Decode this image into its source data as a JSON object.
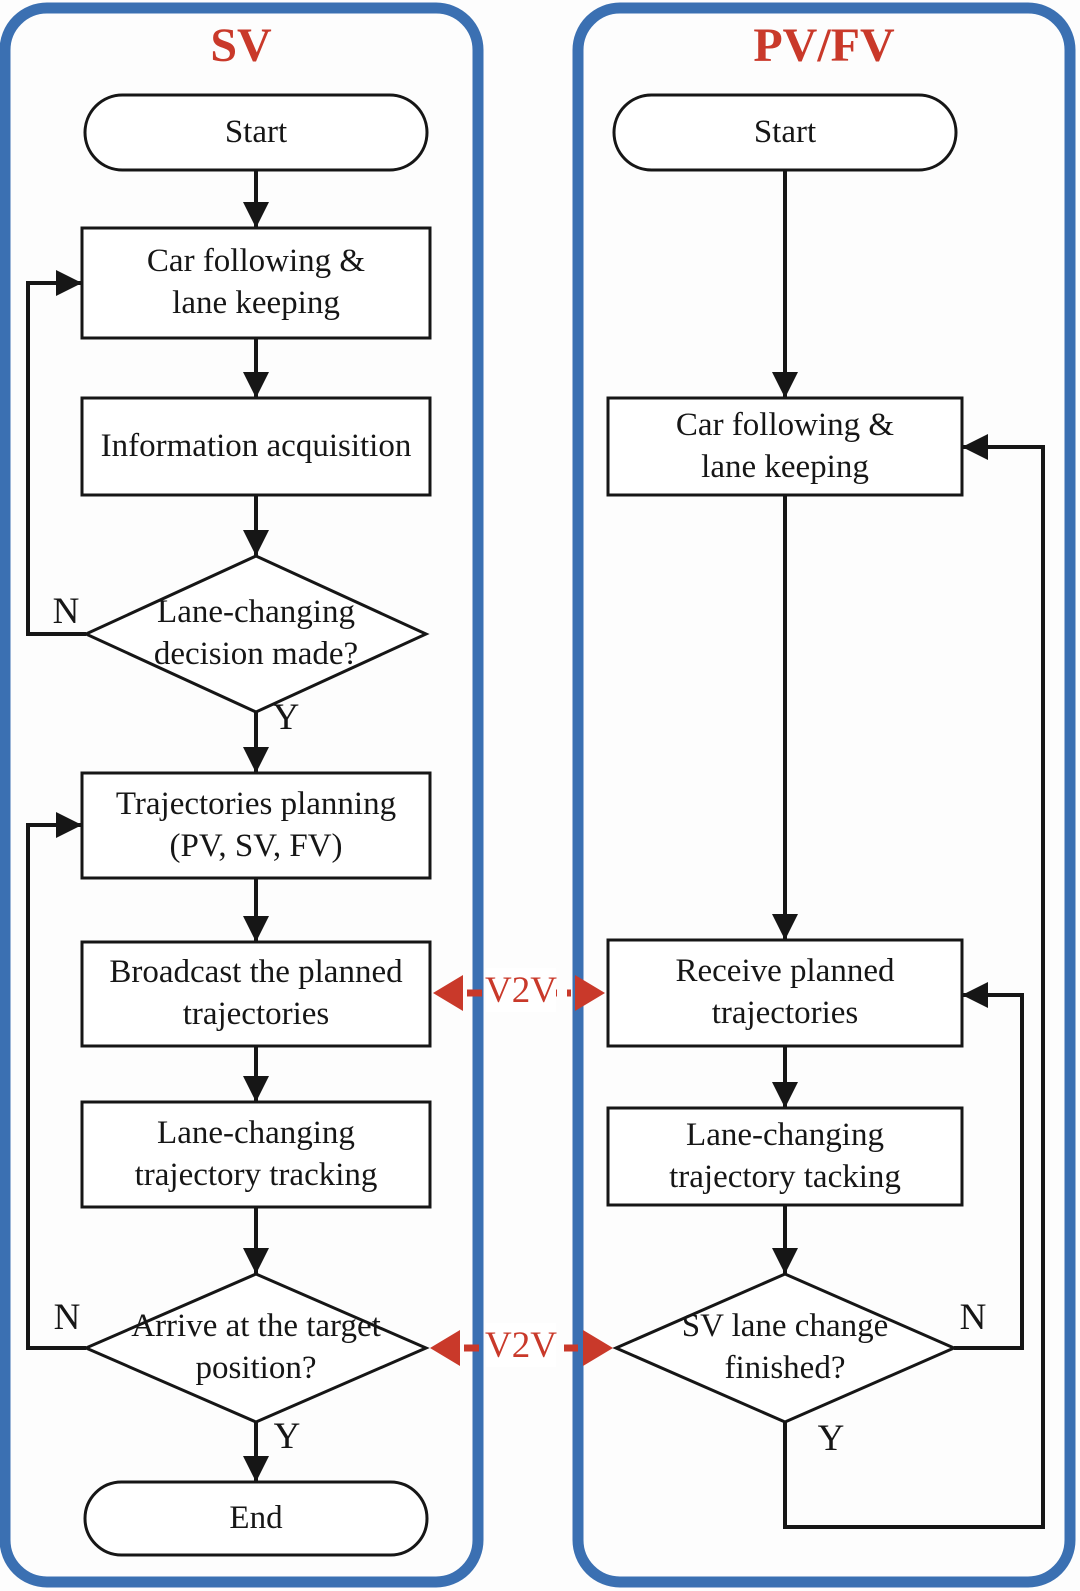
{
  "colors": {
    "panel_blue": "#3b70b2",
    "accent_red": "#c9392a",
    "ink": "#161616"
  },
  "sv_panel": {
    "title": "SV",
    "nodes": {
      "start": "Start",
      "car_following": "Car following &\nlane keeping",
      "information_acquisition": "Information acquisition",
      "lane_change_decision": "Lane-changing\ndecision made?",
      "trajectories_planning": "Trajectories planning\n(PV, SV, FV)",
      "broadcast_trajectories": "Broadcast the planned\ntrajectories",
      "trajectory_tracking": "Lane-changing\ntrajectory tracking",
      "arrive_decision": "Arrive at the target\nposition?",
      "end": "End"
    },
    "branch_labels": {
      "decision1_no": "N",
      "decision1_yes": "Y",
      "decision2_no": "N",
      "decision2_yes": "Y"
    }
  },
  "pvfv_panel": {
    "title": "PV/FV",
    "nodes": {
      "start": "Start",
      "car_following": "Car following &\nlane keeping",
      "receive_trajectories": "Receive planned\ntrajectories",
      "trajectory_tacking": "Lane-changing\ntrajectory tacking",
      "finished_decision": "SV lane change\nfinished?"
    },
    "branch_labels": {
      "decision_no": "N",
      "decision_yes": "Y"
    }
  },
  "v2v_links": {
    "top_label": "V2V",
    "bottom_label": "V2V"
  }
}
